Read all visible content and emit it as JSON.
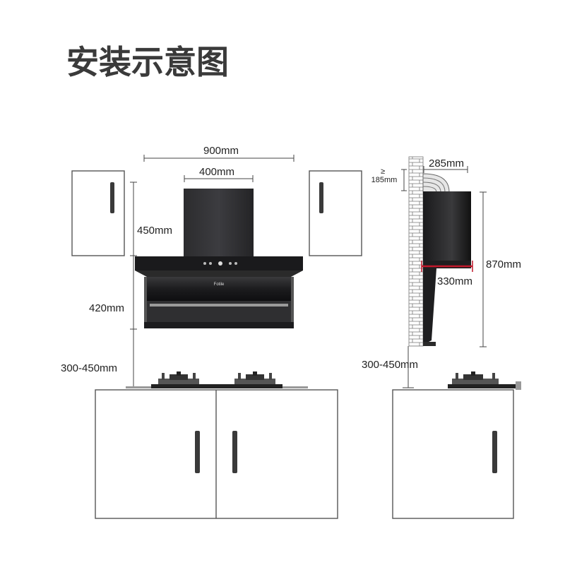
{
  "title": "安装示意图",
  "dimensions": {
    "width_total": "900mm",
    "chimney_width": "400mm",
    "chimney_height": "450mm",
    "hood_height": "420mm",
    "mount_height_front": "300-450mm",
    "side_depth": "285mm",
    "min_clearance_symbol": "≥",
    "min_clearance": "185mm",
    "side_height": "870mm",
    "side_hood_depth": "330mm",
    "mount_height_side": "300-450mm"
  },
  "hood_brand_text": "Fotile",
  "colors": {
    "hood_dark": "#1c1c1e",
    "hood_frame": "#2a2a2a",
    "brick_line": "#777777",
    "accent_red": "#c0182b",
    "title_color": "#3a3a3a"
  }
}
